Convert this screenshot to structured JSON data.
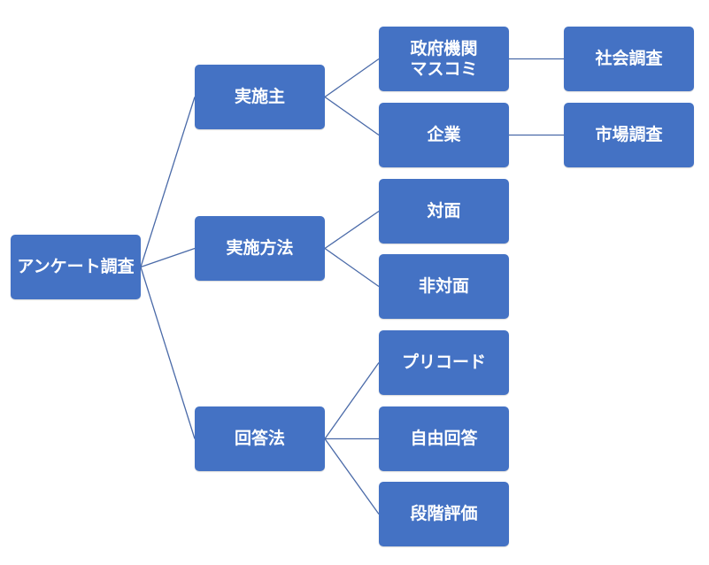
{
  "colors": {
    "node_fill": "#4472c4",
    "node_text": "#ffffff",
    "connector": "#4a6aa8",
    "background": "#ffffff"
  },
  "root": {
    "label": "アンケート調査"
  },
  "branches": [
    {
      "label": "実施主",
      "children": [
        {
          "lines": [
            "政府機関",
            "マスコミ"
          ],
          "leaf": "社会調査"
        },
        {
          "lines": [
            "企業"
          ],
          "leaf": "市場調査"
        }
      ]
    },
    {
      "label": "実施方法",
      "children": [
        {
          "lines": [
            "対面"
          ]
        },
        {
          "lines": [
            "非対面"
          ]
        }
      ]
    },
    {
      "label": "回答法",
      "children": [
        {
          "lines": [
            "プリコード"
          ]
        },
        {
          "lines": [
            "自由回答"
          ]
        },
        {
          "lines": [
            "段階評価"
          ]
        }
      ]
    }
  ]
}
